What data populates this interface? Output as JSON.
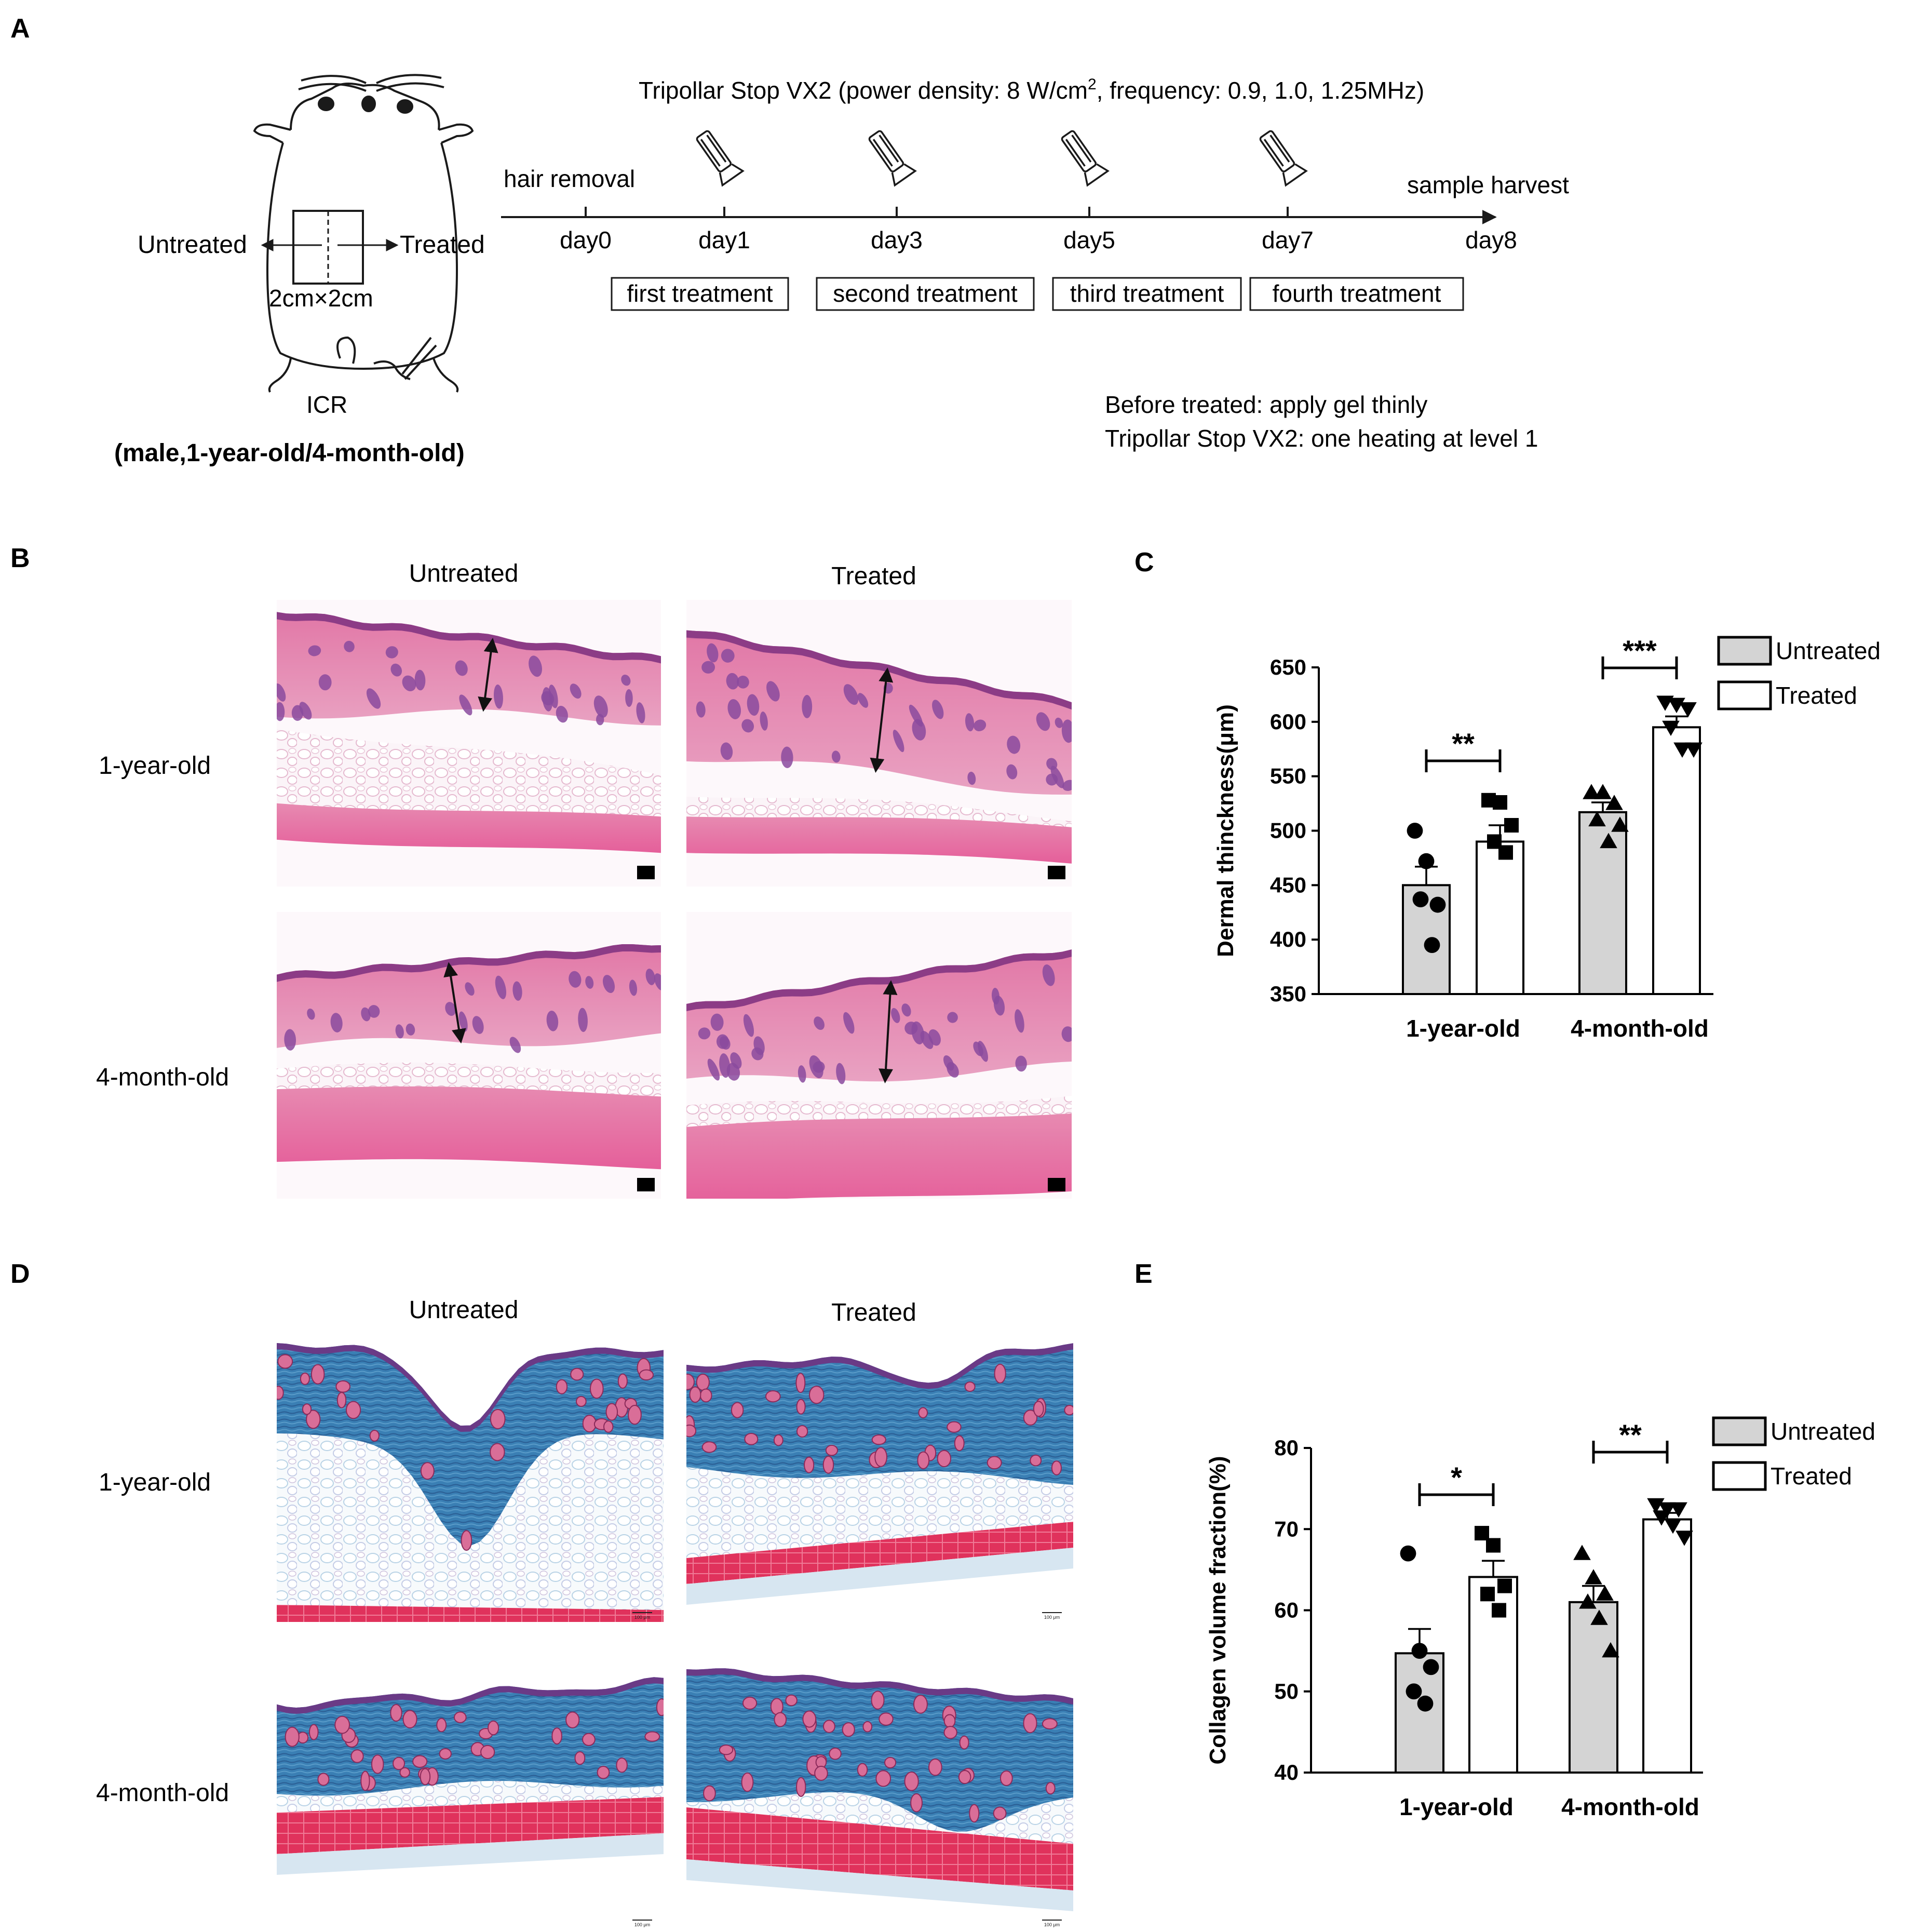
{
  "panels": {
    "A": {
      "label": "A",
      "mouse": {
        "left_label": "Untreated",
        "right_label": "Treated",
        "area_label": "2cm×2cm",
        "strain": "ICR",
        "cohort": "(male,1-year-old/4-month-old)"
      },
      "device_line": {
        "prefix": "Tripollar Stop VX2  (power density: 8 W/cm",
        "superscript": "2",
        "suffix": ", frequency: 0.9, 1.0, 1.25MHz)"
      },
      "timeline": {
        "start_event": "hair removal",
        "end_event": "sample harvest",
        "days": [
          "day0",
          "day1",
          "day3",
          "day5",
          "day7",
          "day8"
        ],
        "treatments": [
          "first treatment",
          "second treatment",
          "third treatment",
          "fourth treatment"
        ]
      },
      "notes": [
        "Before treated: apply gel thinly",
        "Tripollar Stop VX2: one heating at level 1"
      ]
    },
    "B": {
      "label": "B",
      "col_headers": [
        "Untreated",
        "Treated"
      ],
      "row_labels": [
        "1-year-old",
        "4-month-old"
      ]
    },
    "D": {
      "label": "D",
      "col_headers": [
        "Untreated",
        "Treated"
      ],
      "row_labels": [
        "1-year-old",
        "4-month-old"
      ],
      "scale_bar_text": "100 μm"
    },
    "C": {
      "label": "C"
    },
    "E": {
      "label": "E"
    }
  },
  "colors": {
    "untreated_bar": "#d4d4d4",
    "treated_bar": "#ffffff",
    "he_pink": "#e27aa8",
    "masson_blue": "#3a7fb4",
    "muscle_red": "#e0325c"
  },
  "chart_data": [
    {
      "type": "bar",
      "panel": "C",
      "ylabel": "Dermal thinckness(μm)",
      "categories": [
        "1-year-old",
        "4-month-old"
      ],
      "ylim": [
        350,
        650
      ],
      "yticks": [
        350,
        400,
        450,
        500,
        550,
        600,
        650
      ],
      "series": [
        {
          "name": "Untreated",
          "values": [
            450,
            517
          ],
          "sem": [
            17,
            9
          ],
          "marker": "circle",
          "points": [
            [
              500,
              472,
              432,
              437,
              395
            ],
            [
              535,
              535,
              525,
              510,
              490,
              505
            ]
          ]
        },
        {
          "name": "Treated",
          "values": [
            490,
            595
          ],
          "sem": [
            15,
            10
          ],
          "marker": "square",
          "points": [
            [
              528,
              526,
              505,
              490,
              480
            ],
            [
              618,
              616,
              612,
              595,
              575,
              575
            ]
          ]
        }
      ],
      "point_markers": [
        [
          "circle",
          "square"
        ],
        [
          "triangle-up",
          "triangle-down"
        ]
      ],
      "significance": [
        {
          "category": "1-year-old",
          "text": "**"
        },
        {
          "category": "4-month-old",
          "text": "***"
        }
      ],
      "legend_position": "top-right"
    },
    {
      "type": "bar",
      "panel": "E",
      "ylabel": "Collagen volume fraction(%)",
      "categories": [
        "1-year-old",
        "4-month-old"
      ],
      "ylim": [
        40,
        80
      ],
      "yticks": [
        40,
        50,
        60,
        70,
        80
      ],
      "series": [
        {
          "name": "Untreated",
          "values": [
            54.7,
            61.0
          ],
          "sem": [
            3.0,
            2.0
          ],
          "marker": "circle",
          "points": [
            [
              67,
              55,
              53,
              50,
              48.5
            ],
            [
              67,
              64,
              62,
              61,
              59,
              55
            ]
          ]
        },
        {
          "name": "Treated",
          "values": [
            64.1,
            71.2
          ],
          "sem": [
            2.0,
            0.8
          ],
          "marker": "square",
          "points": [
            [
              69.5,
              68,
              63,
              62,
              60
            ],
            [
              73,
              72.5,
              72.5,
              71.5,
              70.5,
              69
            ]
          ]
        }
      ],
      "point_markers": [
        [
          "circle",
          "square"
        ],
        [
          "triangle-up",
          "triangle-down"
        ]
      ],
      "significance": [
        {
          "category": "1-year-old",
          "text": "*"
        },
        {
          "category": "4-month-old",
          "text": "**"
        }
      ],
      "legend_position": "top-right"
    }
  ]
}
